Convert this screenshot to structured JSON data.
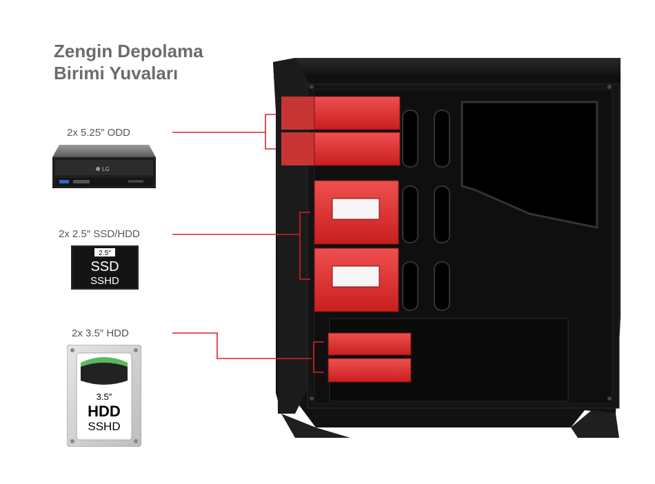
{
  "title": {
    "line1": "Zengin Depolama",
    "line2": "Birimi Yuvaları"
  },
  "drives": [
    {
      "label": "2x 5.25″ ODD",
      "icon": "optical-drive-icon",
      "brand": "LG"
    },
    {
      "label": "2x 2.5″ SSD/HDD",
      "icon": "ssd-icon",
      "badge_size": "2.5″",
      "badge_line1": "SSD",
      "badge_line2": "SSHD"
    },
    {
      "label": "2x 3.5″ HDD",
      "icon": "hdd-icon",
      "badge_size": "3.5″",
      "badge_line1": "HDD",
      "badge_line2": "SSHD"
    }
  ],
  "colors": {
    "accent": "#e02020",
    "bay_red": "#e53a3a",
    "case_black": "#1a1a1a",
    "title_gray": "#6b6b6b"
  }
}
